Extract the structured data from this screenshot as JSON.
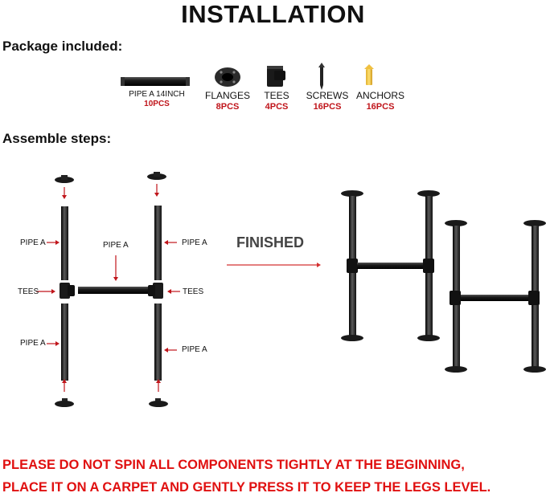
{
  "title": "INSTALLATION",
  "package_heading": "Package included:",
  "package_items": [
    {
      "name": "PIPE A 14INCH",
      "qty": "10PCS",
      "icon": "pipe-icon"
    },
    {
      "name": "FLANGES",
      "qty": "8PCS",
      "icon": "flange-icon"
    },
    {
      "name": "TEES",
      "qty": "4PCS",
      "icon": "tee-icon"
    },
    {
      "name": "SCREWS",
      "qty": "16PCS",
      "icon": "screw-icon"
    },
    {
      "name": "ANCHORS",
      "qty": "16PCS",
      "icon": "anchor-icon"
    }
  ],
  "steps_heading": "Assemble steps:",
  "assembly_labels": {
    "pipe_a_left_top": "PIPE A",
    "pipe_a_center": "PIPE A",
    "pipe_a_right_top": "PIPE A",
    "tees_left": "TEES",
    "tees_right": "TEES",
    "pipe_a_left_bottom": "PIPE A",
    "pipe_a_right_bottom": "PIPE A"
  },
  "finished_label": "FINISHED",
  "warning_lines": [
    "PLEASE DO NOT SPIN ALL COMPONENTS TIGHTLY AT THE BEGINNING,",
    "PLACE IT ON A CARPET AND GENTLY PRESS IT TO KEEP THE LEGS LEVEL."
  ],
  "colors": {
    "accent_red": "#c0151b",
    "warning_red": "#e01010",
    "pipe_black": "#1a1a1a"
  }
}
